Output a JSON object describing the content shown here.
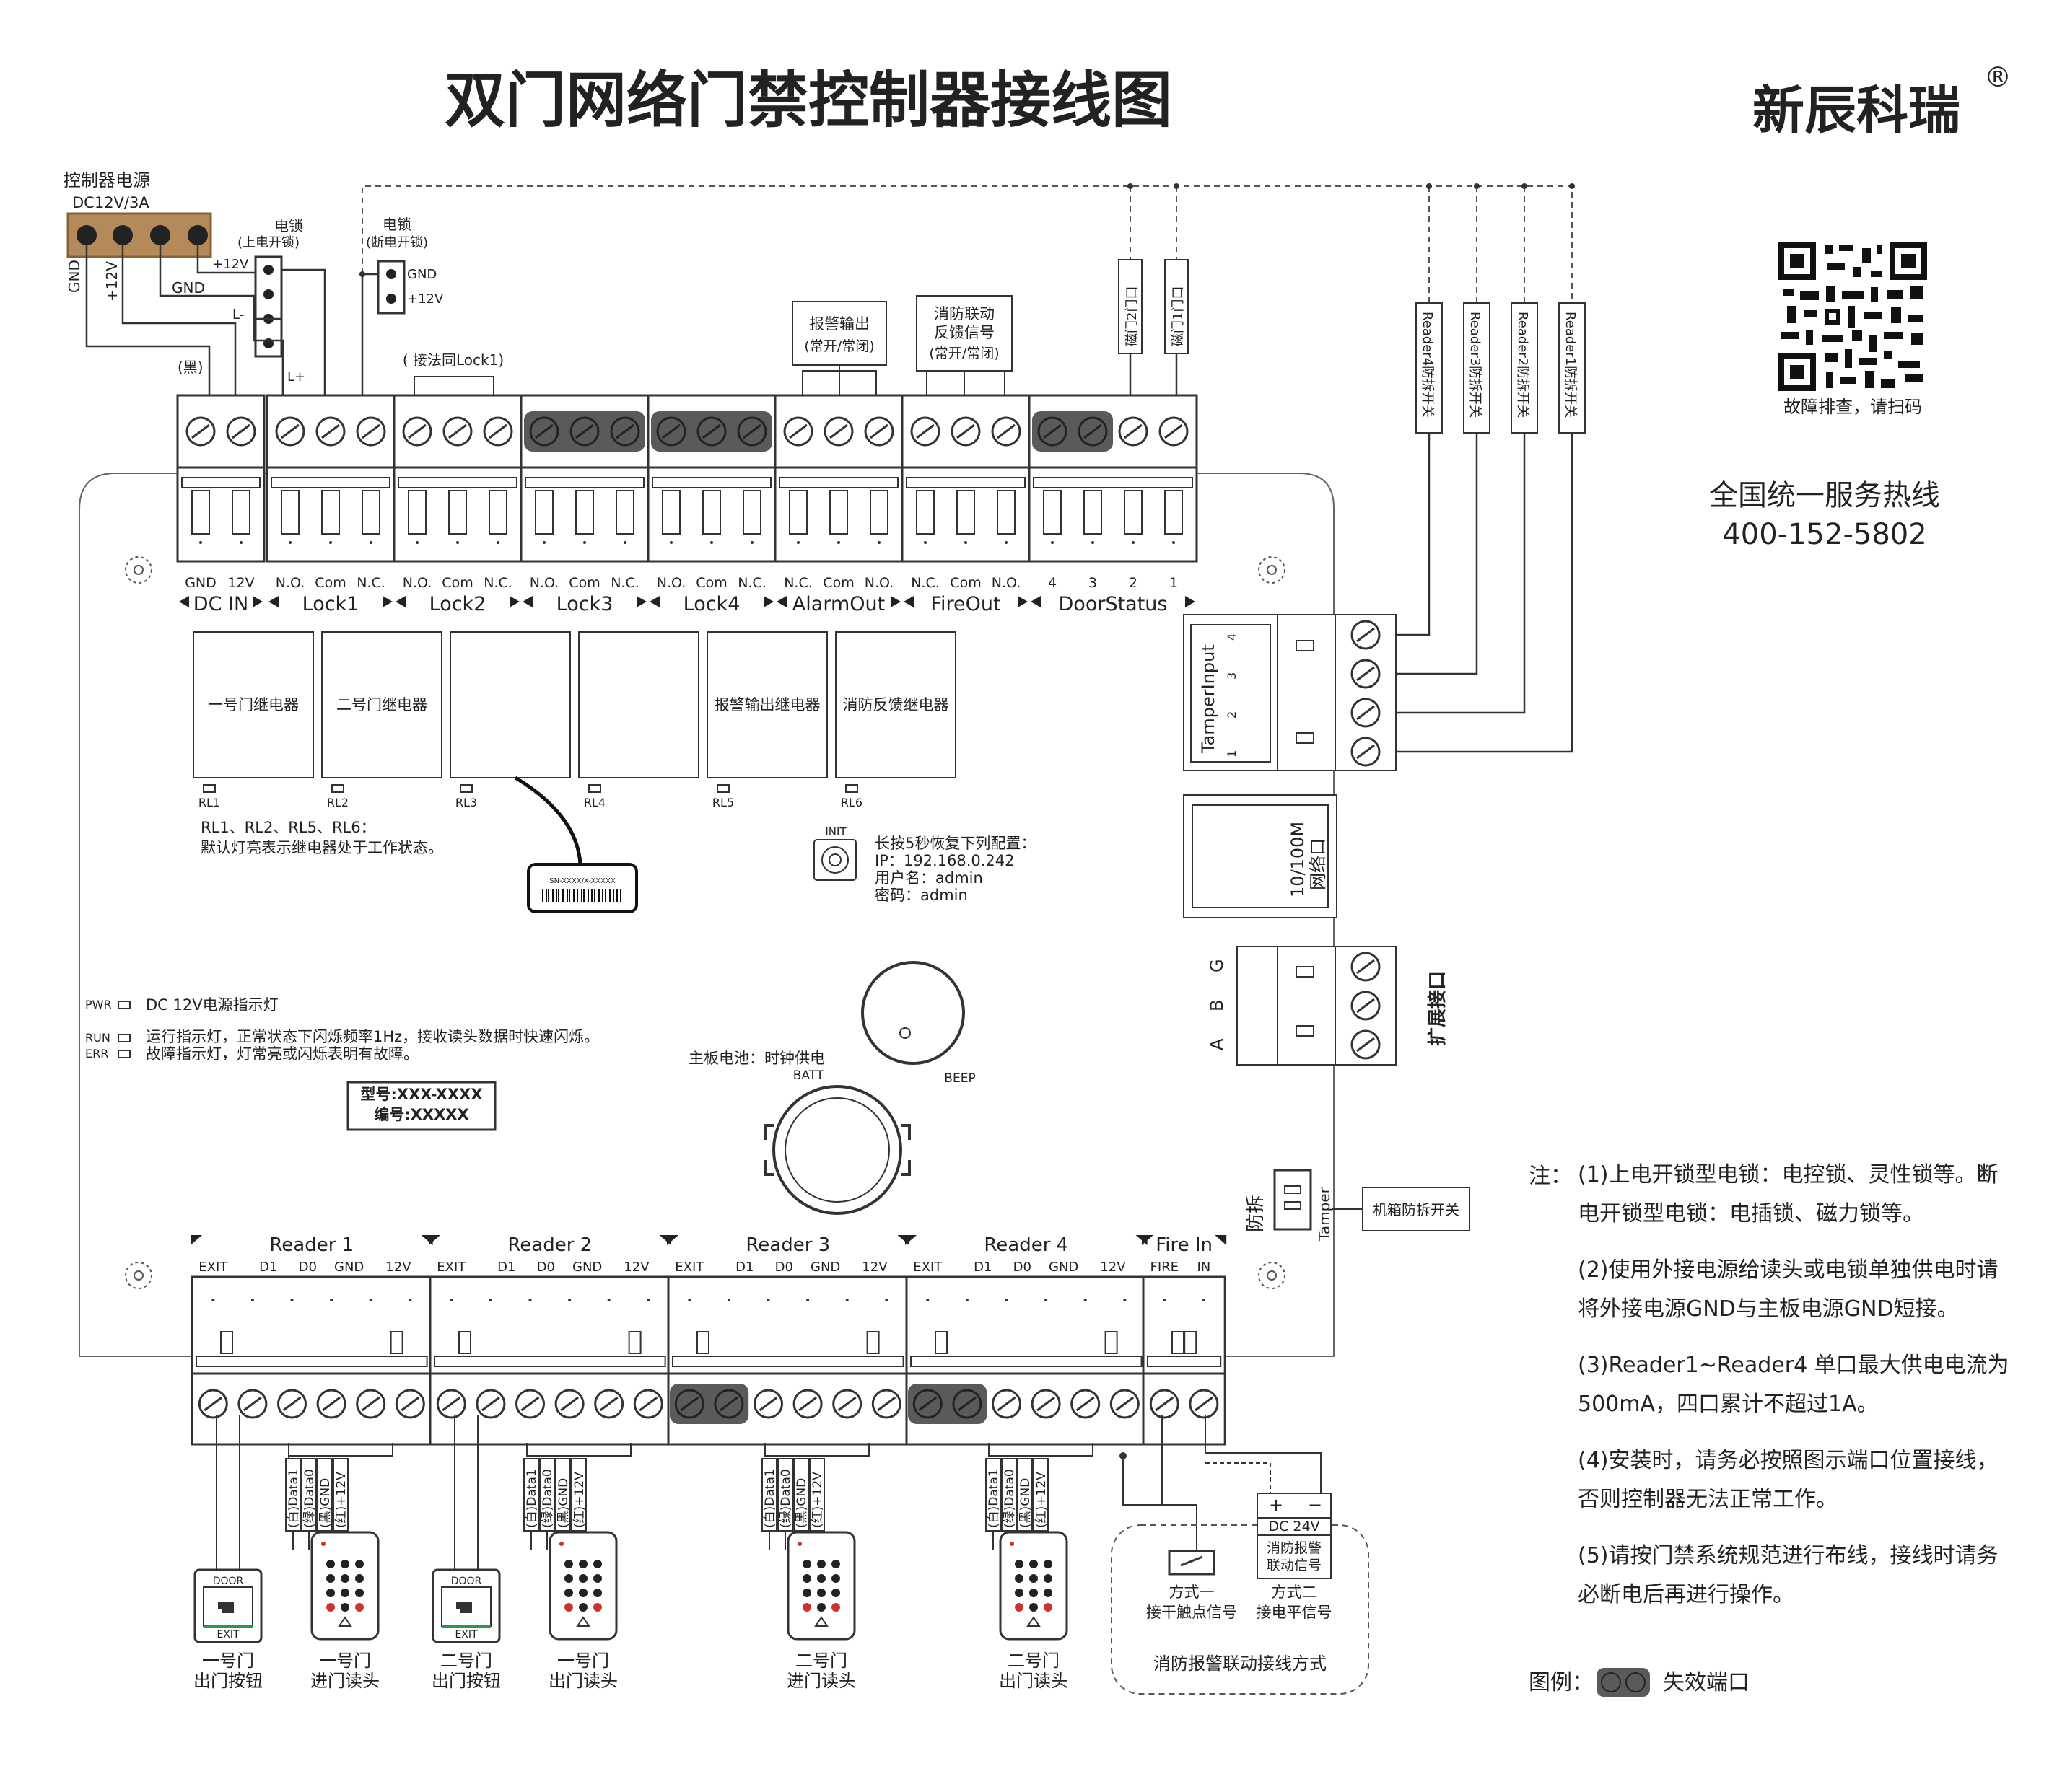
{
  "title": "双门网络门禁控制器接线图",
  "brand": {
    "name": "新辰科瑞",
    "registered": "®"
  },
  "qr_caption": "故障排查，请扫码",
  "hotline": {
    "label": "全国统一服务热线",
    "number": "400-152-5802"
  },
  "power_supply": {
    "label": "控制器电源",
    "spec": "DC12V/3A"
  },
  "lock_on": {
    "title_line1": "电锁",
    "title_line2": "(上电开锁)",
    "plus12": "+12V",
    "gnd": "GND",
    "lminus": "L-",
    "lplus": "L+"
  },
  "lock_off": {
    "title_line1": "电锁",
    "title_line2": "(断电开锁)",
    "gnd": "GND",
    "plus12": "+12V"
  },
  "wire_labels": {
    "gnd": "GND",
    "plus12": "+12V",
    "black": "(黑)",
    "same_as_lock1": "( 接法同Lock1)"
  },
  "alarm_box": {
    "line1": "报警输出",
    "line2": "(常开/常闭)"
  },
  "fire_box": {
    "line1": "消防联动",
    "line2": "反馈信号",
    "line3": "(常开/常闭)"
  },
  "door_mag": [
    "磁门2门口",
    "磁门1门口"
  ],
  "tamper_readers": [
    "Reader4防拆开关",
    "Reader3防拆开关",
    "Reader2防拆开关",
    "Reader1防拆开关"
  ],
  "top_pins": {
    "dcin": [
      "GND",
      "12V"
    ],
    "lock": [
      "N.O.",
      "Com",
      "N.C."
    ],
    "alarm": [
      "N.C.",
      "Com",
      "N.O."
    ],
    "door": [
      "4",
      "3",
      "2",
      "1"
    ]
  },
  "top_ports": [
    "DC IN",
    "Lock1",
    "Lock2",
    "Lock3",
    "Lock4",
    "AlarmOut",
    "FireOut",
    "DoorStatus"
  ],
  "relays": [
    "一号门继电器",
    "二号门继电器",
    "",
    "",
    "报警输出继电器",
    "消防反馈继电器"
  ],
  "relay_ids": [
    "RL1",
    "RL2",
    "RL3",
    "RL4",
    "RL5",
    "RL6"
  ],
  "relay_note": {
    "line1": "RL1、RL2、RL5、RL6：",
    "line2": "默认灯亮表示继电器处于工作状态。"
  },
  "serial_label": "SN-XXXX/X-XXXXX",
  "init": {
    "label": "INIT",
    "line1": "长按5秒恢复下列配置：",
    "line2": "IP：192.168.0.242",
    "line3": "用户名：admin",
    "line4": "密码：admin"
  },
  "leds": [
    {
      "id": "PWR",
      "desc": "DC 12V电源指示灯"
    },
    {
      "id": "RUN",
      "desc": "运行指示灯，正常状态下闪烁频率1Hz，接收读头数据时快速闪烁。"
    },
    {
      "id": "ERR",
      "desc": "故障指示灯，灯常亮或闪烁表明有故障。"
    }
  ],
  "model": {
    "line1": "型号:XXX-XXXX",
    "line2": "编号:XXXXX"
  },
  "battery": {
    "label": "主板电池：时钟供电",
    "batt": "BATT",
    "beep": "BEEP"
  },
  "tamper_input": {
    "label": "TamperInput",
    "pins": [
      "4",
      "3",
      "2",
      "1"
    ]
  },
  "network": {
    "line1": "10/100M",
    "line2": "网络口"
  },
  "expansion": {
    "label": "扩展接口",
    "pins": [
      "G",
      "B",
      "A"
    ]
  },
  "tamper": {
    "label": "防拆",
    "connector": "Tamper",
    "switch": "机箱防拆开关"
  },
  "reader_ports": [
    "Reader 1",
    "Reader 2",
    "Reader 3",
    "Reader 4"
  ],
  "reader_pins": [
    "EXIT",
    "D1",
    "D0",
    "GND",
    "12V"
  ],
  "fire_in": {
    "label": "Fire In",
    "pins": [
      "FIRE",
      "IN"
    ]
  },
  "data_wires": [
    "(白)Data1",
    "(绿)Data0",
    "(黑)GND",
    "(红)+12V"
  ],
  "devices": [
    {
      "line1": "一号门",
      "line2": "出门按钮"
    },
    {
      "line1": "一号门",
      "line2": "进门读头"
    },
    {
      "line1": "二号门",
      "line2": "出门按钮"
    },
    {
      "line1": "一号门",
      "line2": "出门读头"
    },
    {
      "line1": "二号门",
      "line2": "进门读头"
    },
    {
      "line1": "二号门",
      "line2": "出门读头"
    }
  ],
  "exit_button": {
    "top": "DOOR",
    "bottom": "EXIT"
  },
  "fire_alarm": {
    "plus": "+",
    "minus": "−",
    "dc": "DC 24V",
    "sig_line1": "消防报警",
    "sig_line2": "联动信号",
    "m1_line1": "方式一",
    "m1_line2": "接干触点信号",
    "m2_line1": "方式二",
    "m2_line2": "接电平信号",
    "caption": "消防报警联动接线方式"
  },
  "notes": {
    "prefix": "注：",
    "n1a": "(1)上电开锁型电锁：电控锁、灵性锁等。断",
    "n1b": "电开锁型电锁：电插锁、磁力锁等。",
    "n2a": "(2)使用外接电源给读头或电锁单独供电时请",
    "n2b": "将外接电源GND与主板电源GND短接。",
    "n3a": "(3)Reader1~Reader4 单口最大供电电流为",
    "n3b": "500mA，四口累计不超过1A。",
    "n4a": "(4)安装时，请务必按照图示端口位置接线，",
    "n4b": "否则控制器无法正常工作。",
    "n5a": "(5)请按门禁系统规范进行布线，接线时请务",
    "n5b": "必断电后再进行操作。"
  },
  "legend": {
    "label": "图例：",
    "text": "失效端口"
  },
  "colors": {
    "disabled": "#5a5a5a",
    "power_block": "#b58a5a",
    "line": "#333333"
  }
}
